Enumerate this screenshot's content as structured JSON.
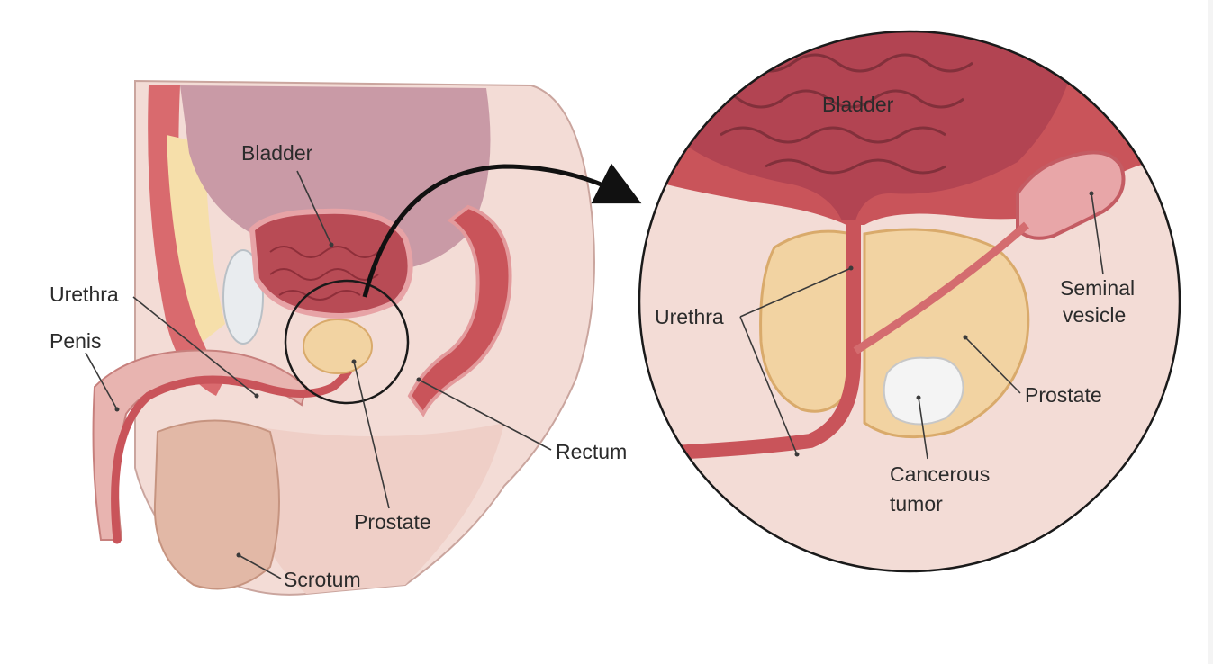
{
  "left_view": {
    "labels": {
      "bladder": "Bladder",
      "urethra": "Urethra",
      "penis": "Penis",
      "rectum": "Rectum",
      "prostate": "Prostate",
      "scrotum": "Scrotum"
    }
  },
  "zoom_view": {
    "labels": {
      "bladder": "Bladder",
      "urethra": "Urethra",
      "seminal_vesicle_line1": "Seminal",
      "seminal_vesicle_line2": "vesicle",
      "prostate": "Prostate",
      "tumor_line1": "Cancerous",
      "tumor_line2": "tumor"
    }
  },
  "colors": {
    "skin": "#f3dcd6",
    "tissue_pink": "#e8b4b0",
    "muscle_red": "#c9545a",
    "bladder_purple": "#c99aa6",
    "prostate_tan": "#f2d3a2",
    "fat_yellow": "#f6dfaa",
    "tumor_white": "#f4f4f4",
    "outline": "#2b2b2b"
  }
}
